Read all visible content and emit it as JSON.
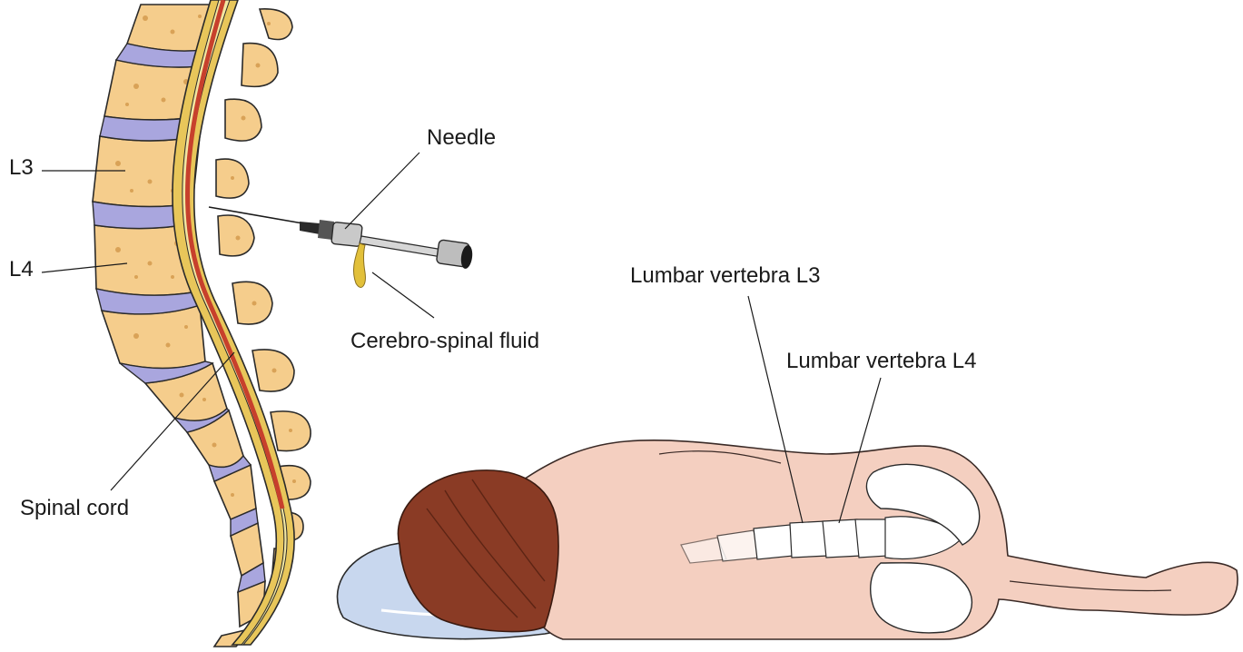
{
  "labels": {
    "l3": "L3",
    "l4": "L4",
    "needle": "Needle",
    "csf": "Cerebro-spinal fluid",
    "spinal_cord": "Spinal cord",
    "lumbar_l3": "Lumbar vertebra L3",
    "lumbar_l4": "Lumbar vertebra L4"
  },
  "colors": {
    "vertebra": "#f5cd8c",
    "vertebra_outline": "#2a2a2a",
    "vertebra_spots": "#d9a257",
    "disc": "#a9a6de",
    "cord_outer": "#e8c65a",
    "cord_band": "#c7402c",
    "cord_inner": "#f2e6a0",
    "skin": "#f4cfc0",
    "skin_outline": "#3a2a26",
    "hair": "#8a3b25",
    "hair_dark": "#5c2414",
    "pillow": "#c8d7ee",
    "bone": "#ffffff",
    "needle_metal": "#b8b8b8",
    "fluid": "#e2c03a"
  }
}
